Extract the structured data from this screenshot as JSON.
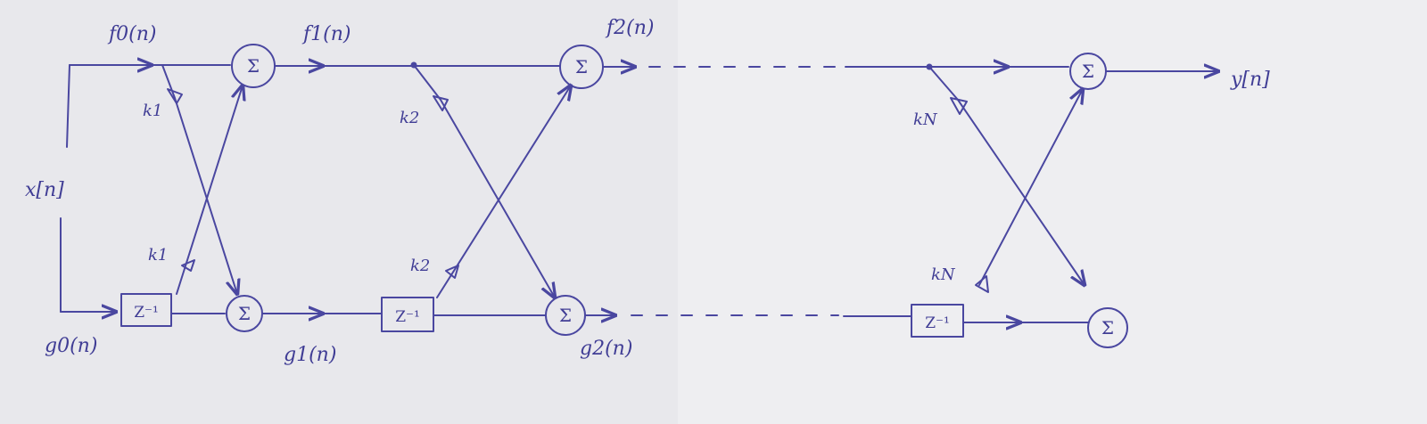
{
  "signals": {
    "input": "x[n]",
    "output": "y[n]",
    "f0": "f0(n)",
    "f1": "f1(n)",
    "f2": "f2(n)",
    "g0": "g0(n)",
    "g1": "g1(n)",
    "g2": "g2(n)"
  },
  "coefficients": {
    "k1_top": "k1",
    "k1_bottom": "k1",
    "k2_top": "k2",
    "k2_bottom": "k2",
    "kN_top": "kN",
    "kN_bottom": "kN"
  },
  "blocks": {
    "sum_symbol": "Σ",
    "delay_symbol": "Z⁻¹"
  },
  "colors": {
    "ink": "#4a47a0",
    "paper": "#e9e9ed"
  }
}
